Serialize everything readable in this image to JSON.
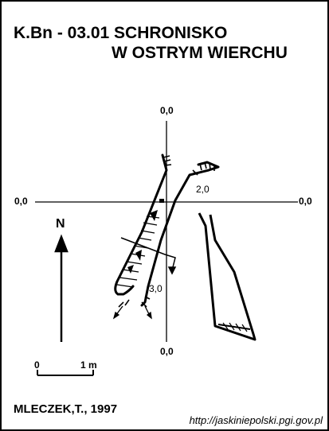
{
  "title": {
    "line1": "K.Bn - 03.01 SCHRONISKO",
    "line2": "W OSTRYM WIERCHU"
  },
  "axis_labels": {
    "top": "0,0",
    "left": "0,0",
    "right": "0,0",
    "bottom": "0,0"
  },
  "depth_labels": {
    "upper": "2,0",
    "lower": "3,0"
  },
  "north_label": "N",
  "scale_bar": {
    "start": "0",
    "end": "1 m"
  },
  "author": "MLECZEK,T., 1997",
  "url": "http://jaskiniepolski.pgi.gov.pl"
}
